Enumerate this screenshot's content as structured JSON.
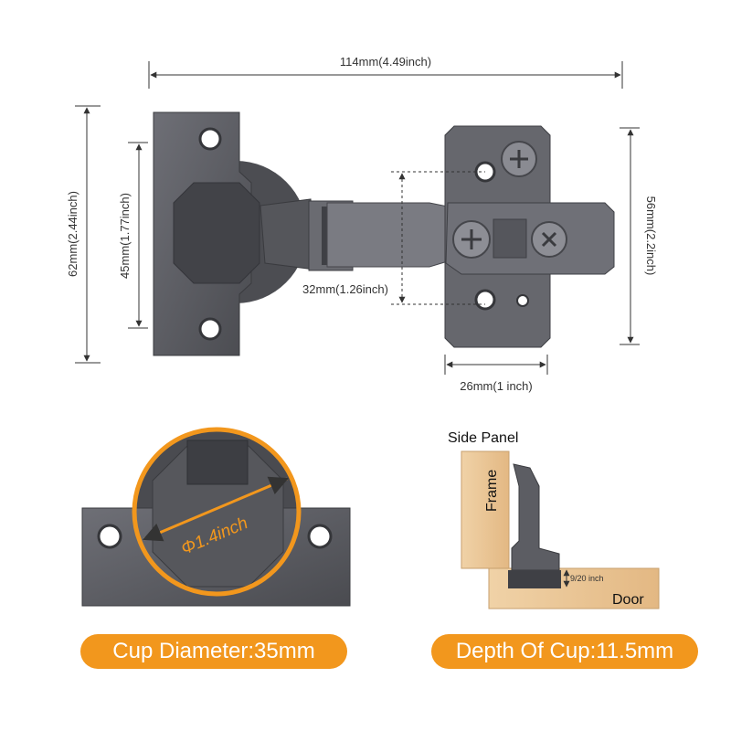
{
  "dimensions": {
    "overall_length": "114mm(4.49inch)",
    "plate_height": "62mm(2.44inch)",
    "hole_spacing": "45mm(1.77inch)",
    "mount_height": "56mm(2.2inch)",
    "mount_hole_spacing": "32mm(1.26inch)",
    "mount_width": "26mm(1 inch)"
  },
  "cup": {
    "diameter_inch": "Φ1.4inch",
    "label": "Cup Diameter:35mm"
  },
  "install": {
    "side_panel": "Side Panel",
    "frame": "Frame",
    "door": "Door",
    "depth_inch": "9/20 inch",
    "label": "Depth Of Cup:11.5mm"
  },
  "colors": {
    "accent": "#f2971d",
    "metal": "#5a5b61",
    "metal_dark": "#3f4045",
    "wood": "#e9c79a"
  }
}
